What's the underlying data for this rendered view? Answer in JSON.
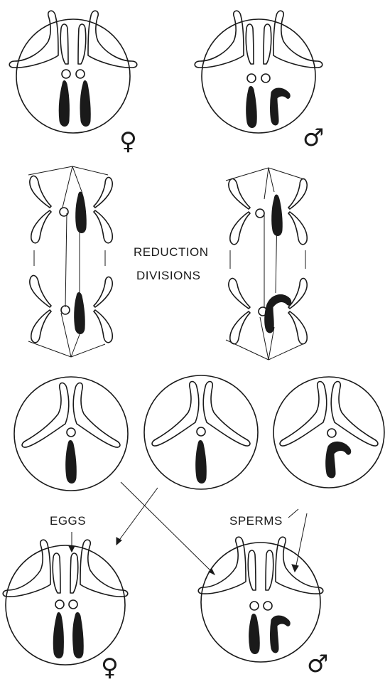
{
  "labels": {
    "reduction_line1": "REDUCTION",
    "reduction_line2": "DIVISIONS",
    "eggs": "EGGS",
    "sperms": "SPERMS",
    "female_symbol": "♀",
    "male_symbol": "♂"
  }
}
